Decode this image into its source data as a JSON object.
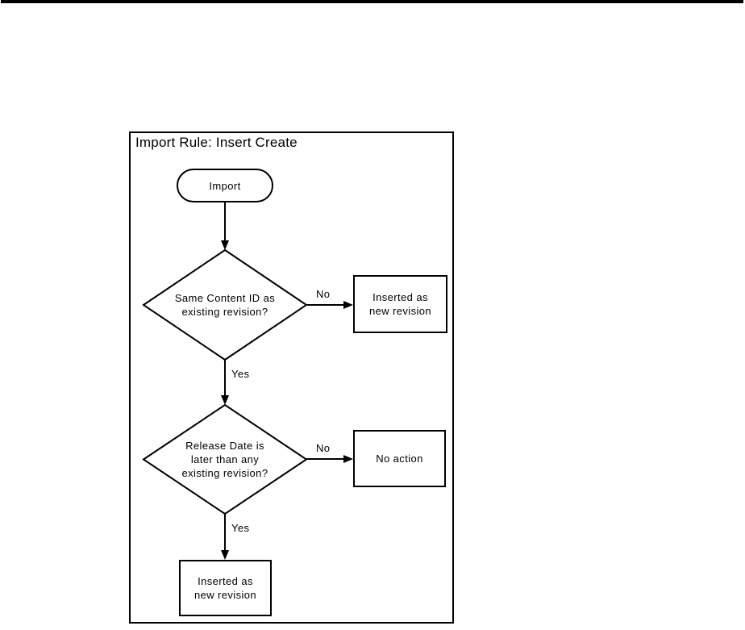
{
  "flowchart": {
    "title": "Import Rule: Insert Create",
    "start": {
      "label": "Import"
    },
    "decision1": {
      "line1": "Same Content ID as",
      "line2": "existing revision?",
      "no_label": "No",
      "yes_label": "Yes"
    },
    "result1": {
      "line1": "Inserted as",
      "line2": "new revision"
    },
    "decision2": {
      "line1": "Release Date is",
      "line2": "later than any",
      "line3": "existing revision?",
      "no_label": "No",
      "yes_label": "Yes"
    },
    "result2": {
      "line1": "No action"
    },
    "result3": {
      "line1": "Inserted as",
      "line2": "new revision"
    },
    "colors": {
      "line": "#000000",
      "shape_fill": "#ffffff",
      "text": "#000000",
      "top_rule": "#000000"
    }
  }
}
